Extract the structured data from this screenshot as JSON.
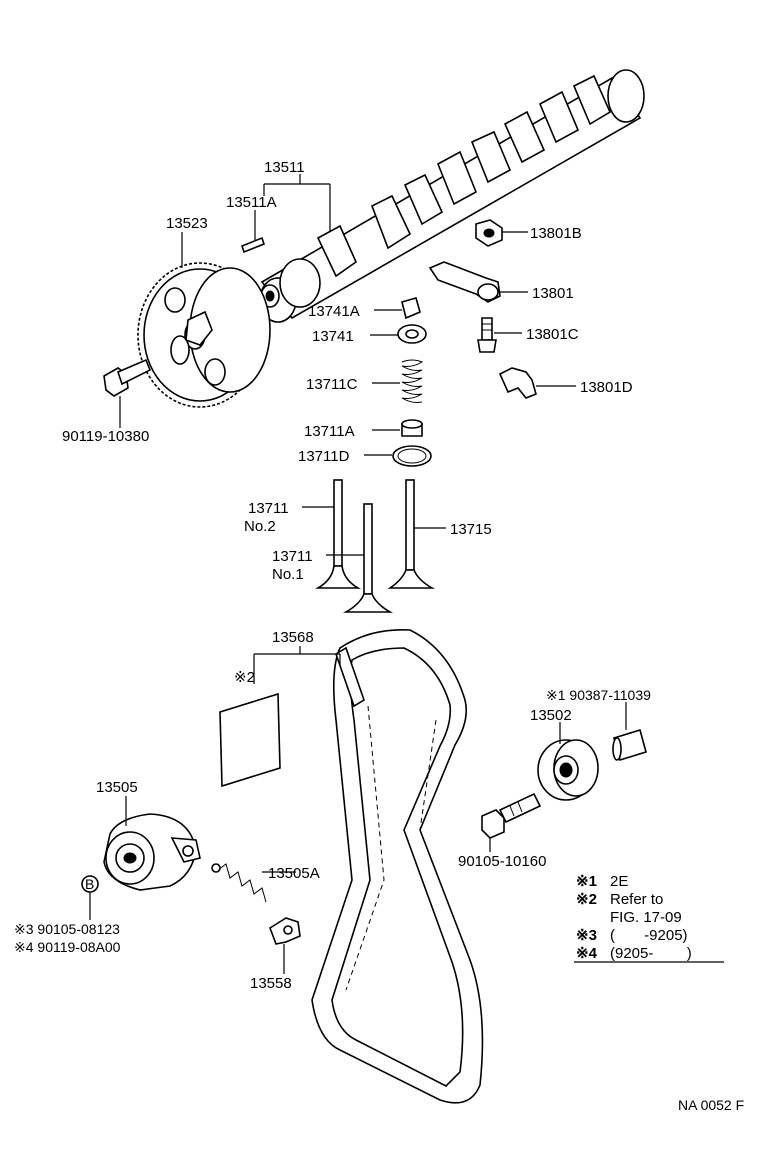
{
  "labels": {
    "camshaft": "13511",
    "camshaft_pin": "13511A",
    "cam_pulley": "13523",
    "cam_pulley_bolt": "90119-10380",
    "nut": "13801B",
    "rocker_arm": "13801",
    "adjust_screw": "13801C",
    "clip": "13801D",
    "valve_keeper": "13741A",
    "spring_retainer": "13741",
    "valve_spring": "13711C",
    "valve_stem_seal": "13711A",
    "spring_seat": "13711D",
    "intake_valve_no2": "13711",
    "intake_valve_no2_sub": "No.2",
    "intake_valve_no1": "13711",
    "intake_valve_no1_sub": "No.1",
    "exhaust_valve": "13715",
    "timing_belt": "13568",
    "belt_note_ref": "※2",
    "idler_collar": "※1 90387-11039",
    "idler_pulley": "13502",
    "idler_bolt": "90105-10160",
    "tensioner": "13505",
    "tensioner_circle_mark": "B",
    "tensioner_bolt_a": "※3 90105-08123",
    "tensioner_bolt_b": "※4 90119-08A00",
    "tensioner_spring": "13505A",
    "tensioner_bracket": "13558",
    "figure_code": "NA 0052 F"
  },
  "legend": [
    {
      "mark": "※1",
      "text": "2E"
    },
    {
      "mark": "※2",
      "text": "Refer to"
    },
    {
      "mark": "",
      "text": "FIG. 17-09"
    },
    {
      "mark": "※3",
      "text": "(       -9205)"
    },
    {
      "mark": "※4",
      "text": "(9205-        )"
    }
  ]
}
